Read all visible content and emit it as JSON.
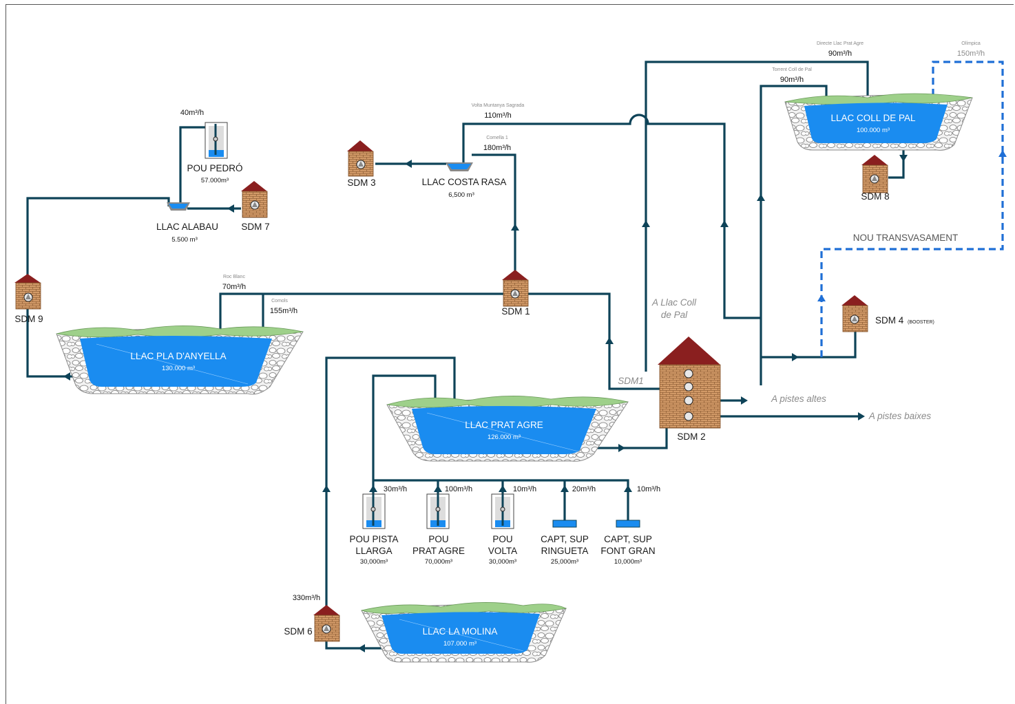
{
  "lakes": {
    "pla_danyella": {
      "name": "LLAC PLA D'ANYELLA",
      "volume": "130.000 m³"
    },
    "prat_agre": {
      "name": "LLAC PRAT AGRE",
      "volume": "126.000 m³"
    },
    "coll_de_pal": {
      "name": "LLAC COLL DE PAL",
      "volume": "100.000 m³"
    },
    "la_molina": {
      "name": "LLAC LA MOLINA",
      "volume": "107.000 m³"
    },
    "alabau": {
      "name": "LLAC ALABAU",
      "volume": "5.500 m³"
    },
    "costa_rasa": {
      "name": "LLAC COSTA RASA",
      "volume": "6,500 m³"
    }
  },
  "stations": {
    "sdm1": "SDM 1",
    "sdm2": "SDM 2",
    "sdm3": "SDM 3",
    "sdm4": "SDM 4",
    "sdm4_note": "(BOOSTER)",
    "sdm6": "SDM 6",
    "sdm7": "SDM 7",
    "sdm8": "SDM 8",
    "sdm9": "SDM 9"
  },
  "wells": {
    "pou_pedro": {
      "line1": "POU PEDRÓ",
      "volume": "57.000m³"
    },
    "pou_pista_llarga": {
      "line1": "POU PISTA",
      "line2": "LLARGA",
      "volume": "30,000m³"
    },
    "pou_prat_agre": {
      "line1": "POU",
      "line2": "PRAT AGRE",
      "volume": "70,000m³"
    },
    "pou_volta": {
      "line1": "POU",
      "line2": "VOLTA",
      "volume": "30,000m³"
    },
    "capt_ringueta": {
      "line1": "CAPT, SUP",
      "line2": "RINGUETA",
      "volume": "25,000m³"
    },
    "capt_font_gran": {
      "line1": "CAPT, SUP",
      "line2": "FONT GRAN",
      "volume": "10,000m³"
    }
  },
  "flows": {
    "pedro": "40m³/h",
    "volta_muntanya_name": "Volta Muntanya Sagrada",
    "volta_muntanya": "110m³/h",
    "comella_name": "Comella 1",
    "comella": "180m³/h",
    "roc_blanc_name": "Roc Blanc",
    "roc_blanc": "70m³/h",
    "comols_name": "Comols",
    "comols": "155m³/h",
    "directe_name": "Directe Llac Prat Agre",
    "directe": "90m³/h",
    "torrent_name": "Torrent Coll de Pal",
    "torrent": "90m³/h",
    "olimpica_name": "Olímpica",
    "olimpica": "150m³/h",
    "pista_llarga": "30m³/h",
    "prat_agre": "100m³/h",
    "volta": "10m³/h",
    "ringueta": "20m³/h",
    "font_gran": "10m³/h",
    "sdm6": "330m³/h"
  },
  "annotations": {
    "a_llac_coll_1": "A Llac Coll",
    "a_llac_coll_2": "de Pal",
    "sdm1_side": "SDM1",
    "pistes_altes": "A pistes altes",
    "pistes_baixes": "A pistes baixes",
    "nou_transvasament": "NOU TRANSVASAMENT"
  },
  "colors": {
    "pipe": "#0e4358",
    "water": "#1a8cf0",
    "grass": "#9ed08a",
    "brick": "#c98d5e",
    "roof": "#8a1f1f",
    "dashed": "#1f6fd6"
  }
}
